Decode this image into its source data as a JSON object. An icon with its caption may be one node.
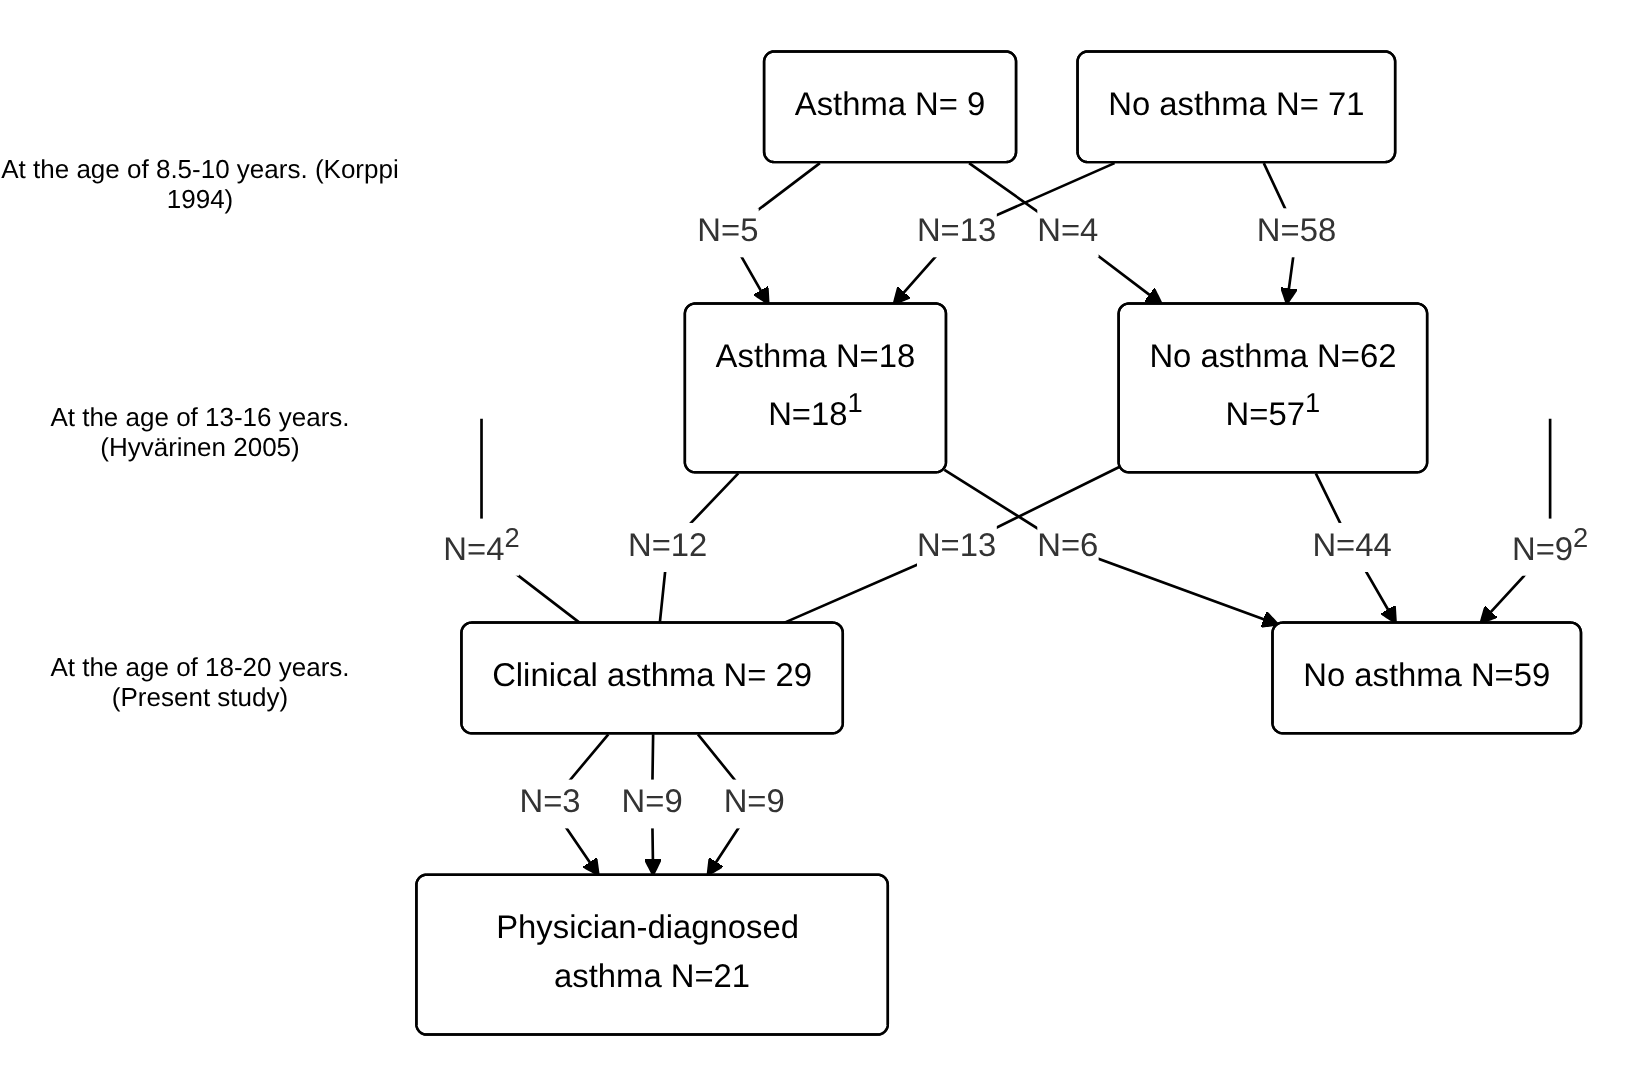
{
  "diagram": {
    "nodes": [
      {
        "text": [
          "Asthma N= 9"
        ]
      },
      {
        "text": [
          "No asthma N= 71"
        ]
      },
      {
        "text": [
          "Asthma N=18",
          "N=18$^{1}$"
        ]
      },
      {
        "text": [
          "No asthma N=62",
          "N=57$^{1}$"
        ]
      },
      {
        "text": [
          "Clinical asthma N= 29"
        ]
      },
      {
        "text": [
          "Physician-diagnosed asthma N=21"
        ]
      },
      {
        "text": [
          "No asthma N=59"
        ]
      }
    ],
    "edges": [
      {
        "from": 0,
        "to": 2,
        "arrow": "to",
        "label": "N=5"
      },
      {
        "from": 0,
        "to": 3,
        "arrow": "to",
        "label": "N=4"
      },
      {
        "from": 1,
        "to": 2,
        "arrow": "to",
        "label": "N=13"
      },
      {
        "from": 1,
        "to": 3,
        "arrow": "to",
        "label": "N=58"
      },
      {
        "from": null,
        "to": 4,
        "arrow": "none",
        "label": "N=4$^{2}$"
      },
      {
        "from": 2,
        "to": 4,
        "arrow": "none",
        "label": "N=12"
      },
      {
        "from": 2,
        "to": 6,
        "arrow": "to",
        "label": "N=6"
      },
      {
        "from": 3,
        "to": 4,
        "arrow": "none",
        "label": "N=13"
      },
      {
        "from": 3,
        "to": 6,
        "arrow": "to",
        "label": "N=44"
      },
      {
        "from": null,
        "to": 6,
        "arrow": "to",
        "label": "N=9$^{2}$"
      },
      {
        "from": 4,
        "to": 5,
        "arrow": "to",
        "label": "N=3"
      },
      {
        "from": 4,
        "to": 5,
        "arrow": "to",
        "label": "N=9"
      },
      {
        "from": 4,
        "to": 5,
        "arrow": "to",
        "label": "N=9"
      }
    ],
    "labels": [
      "At the age of 8.5-10 years. (Korppi 1994)",
      "At the age of 13-16 years. (Hyvärinen 2005)",
      "At the age of 18-20 years. (Present study)"
    ]
  }
}
